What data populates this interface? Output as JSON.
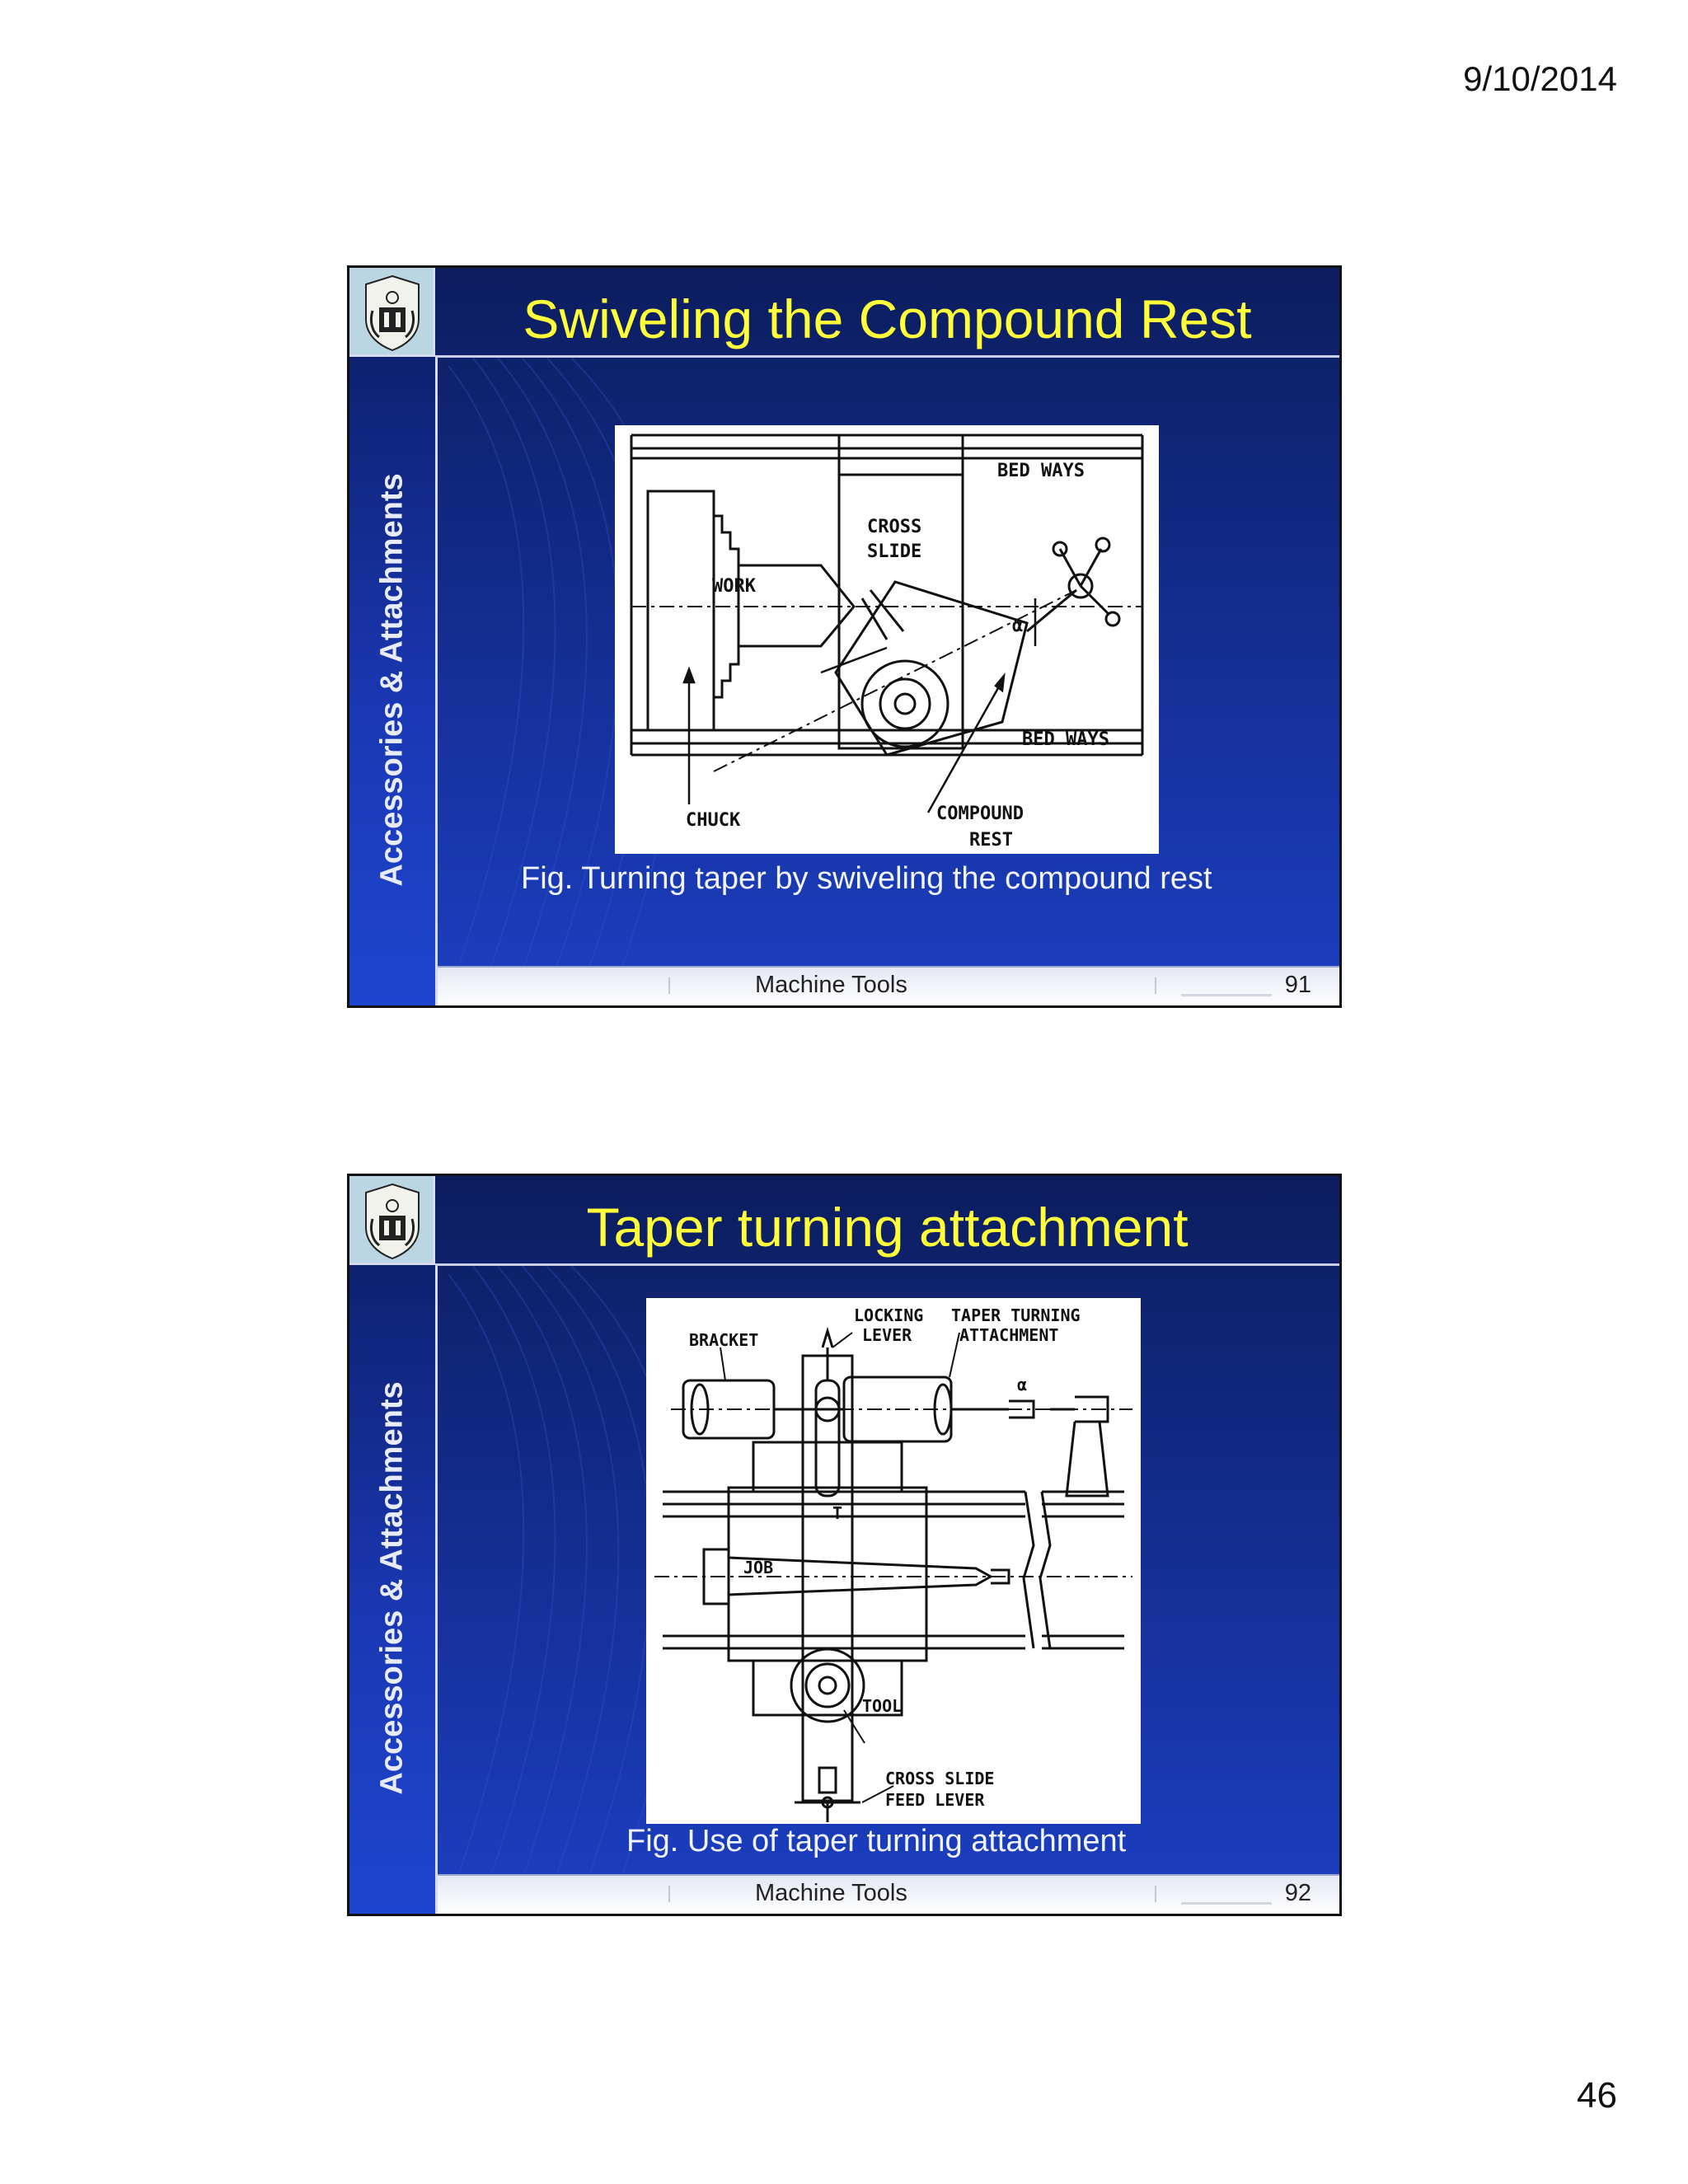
{
  "page": {
    "date": "9/10/2014",
    "number": "46"
  },
  "slides": [
    {
      "title": "Swiveling the Compound Rest",
      "side_label": "Accessories & Attachments",
      "figure_labels": {
        "bed_ways_top": "BED WAYS",
        "cross": "CROSS",
        "slide": "SLIDE",
        "work": "WORK",
        "alpha": "α",
        "bed_ways_bottom": "BED WAYS",
        "chuck": "CHUCK",
        "compound": "COMPOUND",
        "rest": "REST"
      },
      "caption": "Fig. Turning taper by swiveling the compound rest",
      "footer_text": "Machine Tools",
      "slide_number": "91"
    },
    {
      "title": "Taper turning attachment",
      "side_label": "Accessories & Attachments",
      "figure_labels": {
        "locking": "LOCKING",
        "lever": "LEVER",
        "taper_turning": "TAPER TURNING",
        "attachment": "ATTACHMENT",
        "bracket": "BRACKET",
        "alpha": "α",
        "t": "T",
        "job": "JOB",
        "tool": "TOOL",
        "cross_slide": "CROSS SLIDE",
        "feed_lever": "FEED LEVER"
      },
      "caption": "Fig. Use of taper turning attachment",
      "footer_text": "Machine Tools",
      "slide_number": "92"
    }
  ]
}
